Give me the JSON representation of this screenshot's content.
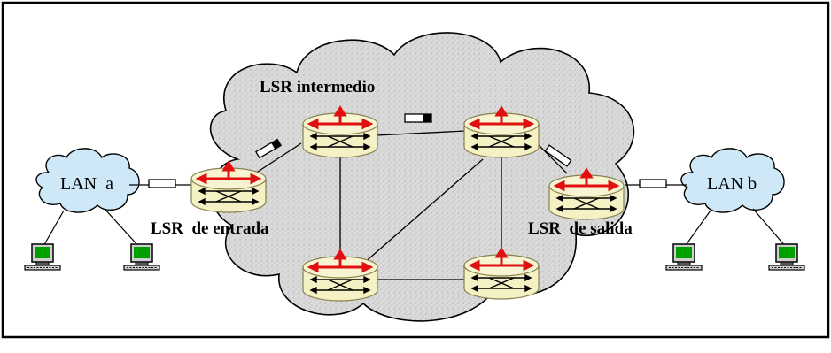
{
  "labels": {
    "lsr_intermediate": "LSR intermedio",
    "lsr_ingress": "LSR  de entrada",
    "lsr_egress": "LSR  de salida",
    "lan_a": "LAN  a",
    "lan_b": "LAN b"
  },
  "colors": {
    "backbone_cloud": "#d8d8d8",
    "lan_cloud": "#cfe8f8",
    "router_body": "#f4f1c4",
    "router_red_arrows": "#e01010",
    "monitor_screen": "#00a000",
    "outline": "#000000"
  },
  "nodes": [
    {
      "id": "lsr-ingress",
      "role": "ingress"
    },
    {
      "id": "lsr-intermediate",
      "role": "intermediate"
    },
    {
      "id": "lsr-top-right",
      "role": "core"
    },
    {
      "id": "lsr-bottom-left",
      "role": "core"
    },
    {
      "id": "lsr-bottom-right",
      "role": "core"
    },
    {
      "id": "lsr-egress",
      "role": "egress"
    }
  ],
  "links": [
    [
      "lsr-intermediate",
      "lsr-top-right"
    ],
    [
      "lsr-intermediate",
      "lsr-bottom-left"
    ],
    [
      "lsr-bottom-left",
      "lsr-top-right"
    ],
    [
      "lsr-bottom-left",
      "lsr-bottom-right"
    ],
    [
      "lsr-top-right",
      "lsr-bottom-right"
    ]
  ],
  "icons": {
    "router": "router-icon",
    "workstation": "workstation-icon",
    "packet": "packet-icon",
    "cloud": "cloud-icon"
  }
}
